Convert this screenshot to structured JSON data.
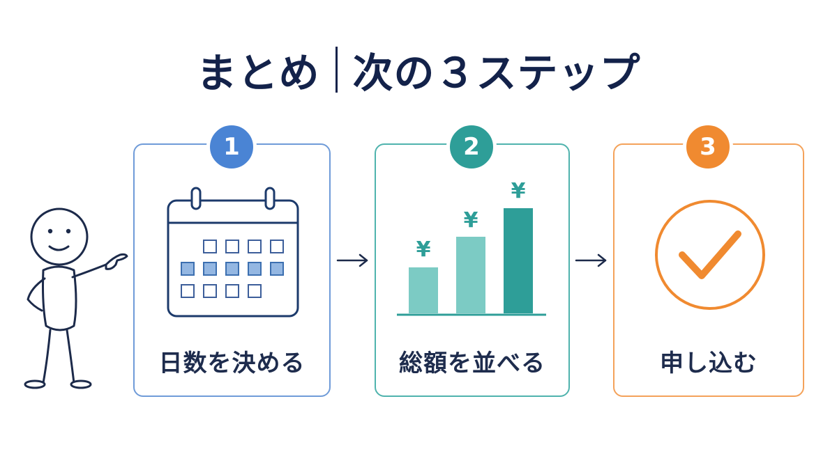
{
  "title": {
    "left": "まとめ",
    "right": "次の３ステップ"
  },
  "steps": [
    {
      "number": "1",
      "label": "日数を決める",
      "icon": "calendar-icon",
      "color": "#4a84d4",
      "border": "#6f9bd8"
    },
    {
      "number": "2",
      "label": "総額を並べる",
      "icon": "bar-chart-yen-icon",
      "color": "#2e9e98",
      "border": "#4fb3ad"
    },
    {
      "number": "3",
      "label": "申し込む",
      "icon": "check-circle-icon",
      "color": "#f08a30",
      "border": "#f4a25a"
    }
  ],
  "chart_glyphs": {
    "yen": "¥"
  }
}
